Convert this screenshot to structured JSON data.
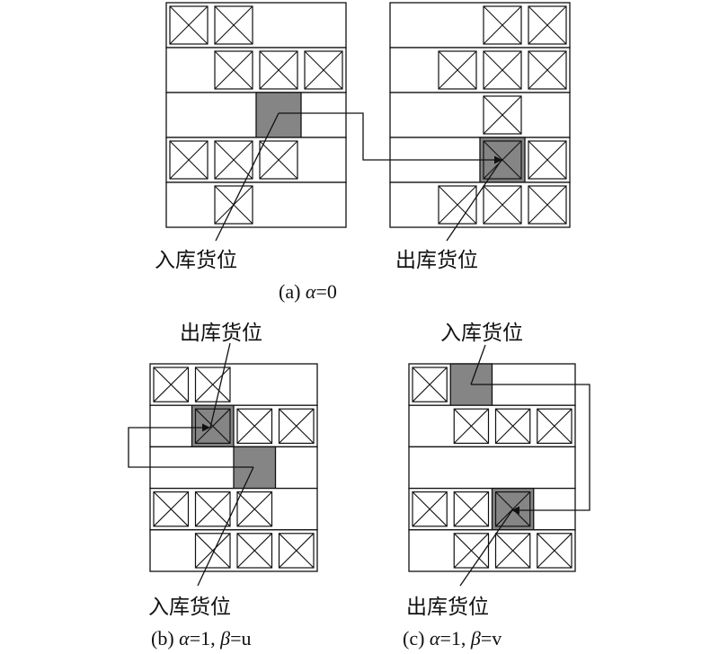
{
  "labels": {
    "inbound_slot": "入库货位",
    "outbound_slot": "出库货位"
  },
  "panels": [
    {
      "id": "a",
      "caption": {
        "prefix": "(a) ",
        "alpha_sym": "α",
        "alpha_val": "=0",
        "sep": "",
        "beta_sym": "",
        "beta_val": ""
      },
      "rows": [
        {
          "boxes": [
            0,
            1
          ],
          "in": null,
          "out": null
        },
        {
          "boxes": [
            1,
            2,
            3
          ],
          "in": null,
          "out": null
        },
        {
          "boxes": [],
          "in": 2,
          "out": null
        },
        {
          "boxes": [
            0,
            1,
            2
          ],
          "in": null,
          "out": null
        },
        {
          "boxes": [
            1
          ],
          "in": null,
          "out": null
        }
      ],
      "rows_right": [
        {
          "boxes": [
            2,
            3
          ],
          "in": null,
          "out": null
        },
        {
          "boxes": [
            1,
            2,
            3
          ],
          "in": null,
          "out": null
        },
        {
          "boxes": [
            2
          ],
          "in": null,
          "out": null
        },
        {
          "boxes": [
            3
          ],
          "in": null,
          "out": 2
        },
        {
          "boxes": [
            1,
            2,
            3
          ],
          "in": null,
          "out": null
        }
      ]
    },
    {
      "id": "b",
      "caption": {
        "prefix": "(b) ",
        "alpha_sym": "α",
        "alpha_val": "=1, ",
        "sep": "",
        "beta_sym": "β",
        "beta_val": "=u"
      },
      "rows": [
        {
          "boxes": [
            0,
            1
          ],
          "in": null,
          "out": null
        },
        {
          "boxes": [
            2,
            3
          ],
          "in": null,
          "out": 1
        },
        {
          "boxes": [],
          "in": 2,
          "out": null
        },
        {
          "boxes": [
            0,
            1,
            2
          ],
          "in": null,
          "out": null
        },
        {
          "boxes": [
            1,
            2,
            3
          ],
          "in": null,
          "out": null
        }
      ]
    },
    {
      "id": "c",
      "caption": {
        "prefix": "(c) ",
        "alpha_sym": "α",
        "alpha_val": "=1, ",
        "sep": "",
        "beta_sym": "β",
        "beta_val": "=v"
      },
      "rows": [
        {
          "boxes": [
            0
          ],
          "in": 1,
          "out": null
        },
        {
          "boxes": [
            1,
            2,
            3
          ],
          "in": null,
          "out": null
        },
        {
          "boxes": [],
          "in": null,
          "out": null
        },
        {
          "boxes": [
            0,
            1
          ],
          "in": null,
          "out": 2
        },
        {
          "boxes": [
            1,
            2,
            3
          ],
          "in": null,
          "out": null
        }
      ]
    }
  ]
}
